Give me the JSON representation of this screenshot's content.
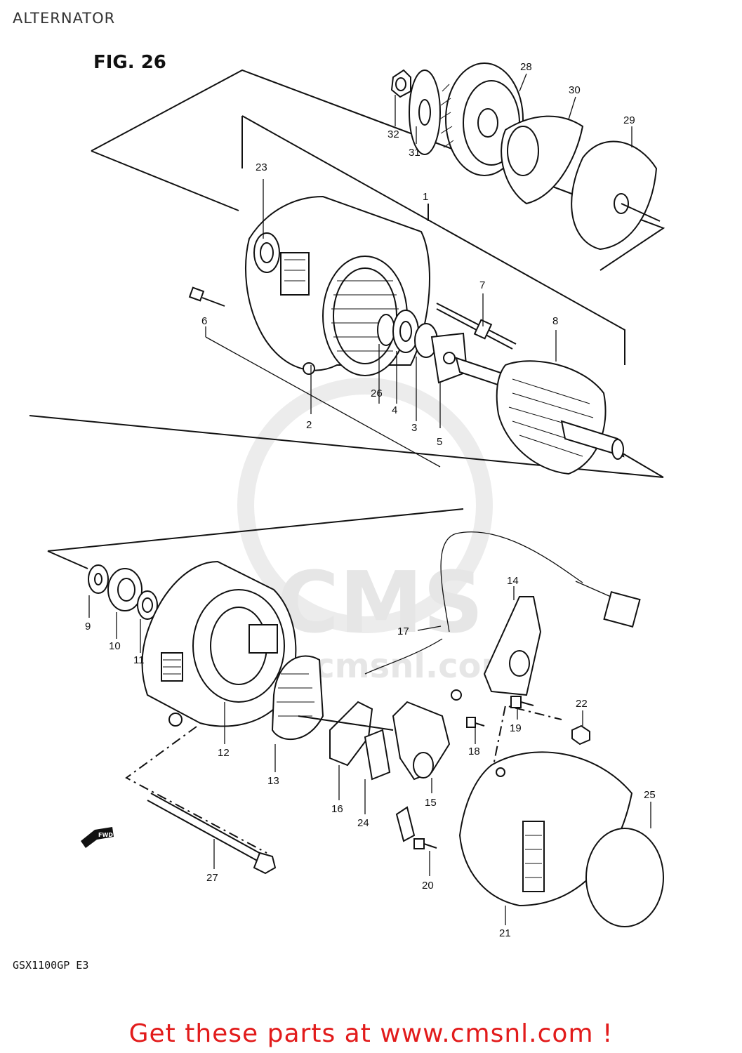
{
  "header": {
    "title": "ALTERNATOR"
  },
  "figure": {
    "label": "FIG. 26",
    "model": "GSX1100GP  E3",
    "fwd_label": "FWD"
  },
  "watermark": {
    "brand": "CMS",
    "url": "www.cmsnl.com"
  },
  "callouts": [
    "1",
    "2",
    "3",
    "4",
    "5",
    "6",
    "7",
    "8",
    "9",
    "10",
    "11",
    "12",
    "13",
    "14",
    "15",
    "16",
    "17",
    "18",
    "19",
    "20",
    "21",
    "22",
    "23",
    "24",
    "25",
    "26",
    "27",
    "28",
    "29",
    "30",
    "31",
    "32"
  ],
  "footer": {
    "text": "Get these parts at www.cmsnl.com !"
  },
  "colors": {
    "footer": "#e21b1b",
    "line": "#111111",
    "watermark": "#e6e6e6"
  }
}
